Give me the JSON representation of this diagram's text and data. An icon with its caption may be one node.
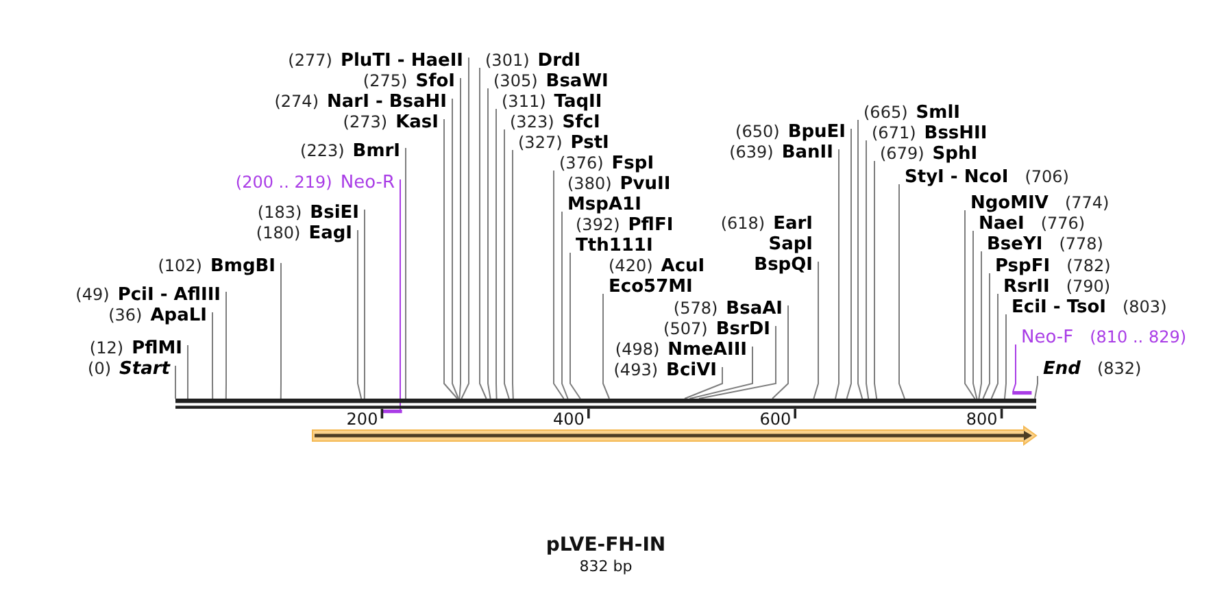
{
  "diagram": {
    "title": "pLVE-FH-IN",
    "caption": "832 bp",
    "nodes": [
      {
        "text": [
          "(277)",
          "PluTI - HaeII"
        ]
      },
      {
        "text": [
          "(275)",
          "SfoI"
        ]
      },
      {
        "text": [
          "(274)",
          "NarI - BsaHI"
        ]
      },
      {
        "text": [
          "(273)",
          "KasI"
        ]
      },
      {
        "text": [
          "(223)",
          "BmrI"
        ]
      },
      {
        "text": [
          "(200 .. 219)",
          "Neo-R"
        ]
      },
      {
        "text": [
          "(183)",
          "BsiEI"
        ]
      },
      {
        "text": [
          "(180)",
          "EagI"
        ]
      },
      {
        "text": [
          "(102)",
          "BmgBI"
        ]
      },
      {
        "text": [
          "(49)",
          "PciI - AflIII"
        ]
      },
      {
        "text": [
          "(36)",
          "ApaLI"
        ]
      },
      {
        "text": [
          "(12)",
          "PflMI"
        ]
      },
      {
        "text": [
          "(0)",
          "Start"
        ]
      },
      {
        "text": [
          "(420)",
          "AcuI",
          "Eco57MI"
        ]
      },
      {
        "text": [
          "(392)",
          "PflFI",
          "Tth111I"
        ]
      },
      {
        "text": [
          "(380)",
          "PvuII",
          "MspA1I"
        ]
      },
      {
        "text": [
          "(376)",
          "FspI"
        ]
      },
      {
        "text": [
          "(327)",
          "PstI"
        ]
      },
      {
        "text": [
          "(323)",
          "SfcI"
        ]
      },
      {
        "text": [
          "(311)",
          "TaqII"
        ]
      },
      {
        "text": [
          "(305)",
          "BsaWI"
        ]
      },
      {
        "text": [
          "(301)",
          "DrdI"
        ]
      },
      {
        "text": [
          "(507)",
          "BsrDI"
        ]
      },
      {
        "text": [
          "(498)",
          "NmeAIII"
        ]
      },
      {
        "text": [
          "(493)",
          "BciVI"
        ]
      },
      {
        "text": [
          "(650)",
          "BpuEI"
        ]
      },
      {
        "text": [
          "(639)",
          "BanII"
        ]
      },
      {
        "text": [
          "(618)",
          "EarI",
          "SapI",
          "BspQI"
        ]
      },
      {
        "text": [
          "(578)",
          "BsaAI"
        ]
      },
      {
        "text": [
          "(679)",
          "SphI"
        ]
      },
      {
        "text": [
          "(671)",
          "BssHII"
        ]
      },
      {
        "text": [
          "(665)",
          "SmlI"
        ]
      },
      {
        "text": [
          "StyI - NcoI",
          "(706)"
        ]
      },
      {
        "text": [
          "NgoMIV",
          "(774)"
        ]
      },
      {
        "text": [
          "NaeI",
          "(776)"
        ]
      },
      {
        "text": [
          "BseYI",
          "(778)"
        ]
      },
      {
        "text": [
          "PspFI",
          "(782)"
        ]
      },
      {
        "text": [
          "RsrII",
          "(790)"
        ]
      },
      {
        "text": [
          "EciI - TsoI",
          "(803)"
        ]
      },
      {
        "text": [
          "Neo-F",
          "(810 .. 829)"
        ]
      },
      {
        "text": [
          "End",
          "(832)"
        ]
      },
      {
        "text": [],
        "shape": "bar"
      },
      {
        "text": [],
        "shape": "bar"
      },
      {
        "text": [],
        "shape": "bar"
      },
      {
        "text": [],
        "shape": "arrow"
      }
    ],
    "edges": [
      {
        "from": 0,
        "to": 41,
        "arrow": "none"
      },
      {
        "from": 1,
        "to": 41,
        "arrow": "none"
      },
      {
        "from": 2,
        "to": 41,
        "arrow": "none"
      },
      {
        "from": 3,
        "to": 41,
        "arrow": "none"
      },
      {
        "from": 4,
        "to": 41,
        "arrow": "none"
      },
      {
        "from": 5,
        "to": 42,
        "arrow": "none",
        "color": "#a93ce6"
      },
      {
        "from": 6,
        "to": 41,
        "arrow": "none"
      },
      {
        "from": 7,
        "to": 41,
        "arrow": "none"
      },
      {
        "from": 8,
        "to": 41,
        "arrow": "none"
      },
      {
        "from": 9,
        "to": 41,
        "arrow": "none"
      },
      {
        "from": 10,
        "to": 41,
        "arrow": "none"
      },
      {
        "from": 11,
        "to": 41,
        "arrow": "none"
      },
      {
        "from": 12,
        "to": 41,
        "arrow": "none"
      },
      {
        "from": 13,
        "to": 41,
        "arrow": "none"
      },
      {
        "from": 14,
        "to": 41,
        "arrow": "none"
      },
      {
        "from": 15,
        "to": 41,
        "arrow": "none"
      },
      {
        "from": 16,
        "to": 41,
        "arrow": "none"
      },
      {
        "from": 17,
        "to": 41,
        "arrow": "none"
      },
      {
        "from": 18,
        "to": 41,
        "arrow": "none"
      },
      {
        "from": 19,
        "to": 41,
        "arrow": "none"
      },
      {
        "from": 20,
        "to": 41,
        "arrow": "none"
      },
      {
        "from": 21,
        "to": 41,
        "arrow": "none"
      },
      {
        "from": 22,
        "to": 41,
        "arrow": "none"
      },
      {
        "from": 23,
        "to": 41,
        "arrow": "none"
      },
      {
        "from": 24,
        "to": 41,
        "arrow": "none"
      },
      {
        "from": 25,
        "to": 41,
        "arrow": "none"
      },
      {
        "from": 26,
        "to": 41,
        "arrow": "none"
      },
      {
        "from": 27,
        "to": 41,
        "arrow": "none"
      },
      {
        "from": 28,
        "to": 41,
        "arrow": "none"
      },
      {
        "from": 29,
        "to": 41,
        "arrow": "none"
      },
      {
        "from": 30,
        "to": 41,
        "arrow": "none"
      },
      {
        "from": 31,
        "to": 41,
        "arrow": "none"
      },
      {
        "from": 32,
        "to": 41,
        "arrow": "none"
      },
      {
        "from": 33,
        "to": 41,
        "arrow": "none"
      },
      {
        "from": 34,
        "to": 41,
        "arrow": "none"
      },
      {
        "from": 35,
        "to": 41,
        "arrow": "none"
      },
      {
        "from": 36,
        "to": 41,
        "arrow": "none"
      },
      {
        "from": 37,
        "to": 41,
        "arrow": "none"
      },
      {
        "from": 38,
        "to": 41,
        "arrow": "none"
      },
      {
        "from": 39,
        "to": 43,
        "arrow": "none",
        "color": "#a93ce6"
      },
      {
        "from": 40,
        "to": 41,
        "arrow": "none"
      }
    ],
    "labels": [
      "200",
      "400",
      "600",
      "800"
    ]
  }
}
